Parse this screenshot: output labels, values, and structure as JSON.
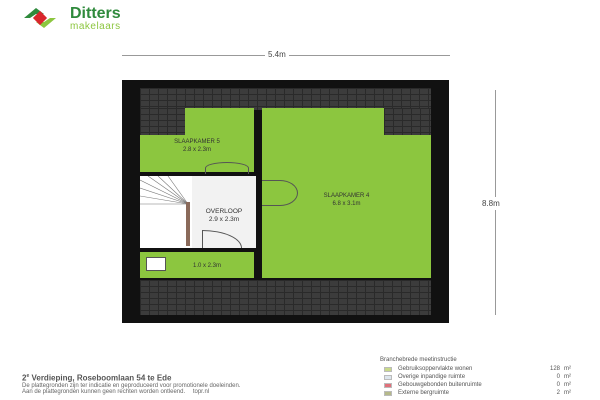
{
  "logo": {
    "name": "Ditters",
    "sub": "makelaars",
    "colors": {
      "green": "#2f8a3c",
      "lime": "#8cc63f",
      "red": "#d9262c"
    }
  },
  "dimensions": {
    "width": "5.4m",
    "height": "8.8m"
  },
  "rooms": [
    {
      "name": "SLAAPKAMER 5",
      "size": "2.8 x 2.3m"
    },
    {
      "name": "OVERLOOP",
      "size": "2.9 x 2.3m"
    },
    {
      "name": "",
      "size": "1.0 x 2.3m"
    },
    {
      "name": "SLAAPKAMER 4",
      "size": "6.8 x 3.1m"
    }
  ],
  "footer": {
    "floor_sup": "e",
    "floor_num": "2",
    "title": "Verdieping, Roseboomlaan 54 te Ede",
    "line1": "De plattegronden zijn ter indicatie en geproduceerd voor promotionele doeleinden.",
    "line2": "Aan de plattegronden kunnen geen rechten worden ontleend.",
    "credit": "topr.nl"
  },
  "legend": {
    "title": "Branchebrede meetinstructie",
    "rows": [
      {
        "label": "Gebruiksoppervlakte wonen",
        "value": "128",
        "unit": "m²",
        "color": "#c8d98a"
      },
      {
        "label": "Overige inpandige ruimte",
        "value": "0",
        "unit": "m²",
        "color": "#dde6ee"
      },
      {
        "label": "Gebouwgebonden buitenruimte",
        "value": "0",
        "unit": "m²",
        "color": "#e0707a"
      },
      {
        "label": "Externe bergruimte",
        "value": "2",
        "unit": "m²",
        "color": "#b5b98a"
      }
    ]
  }
}
